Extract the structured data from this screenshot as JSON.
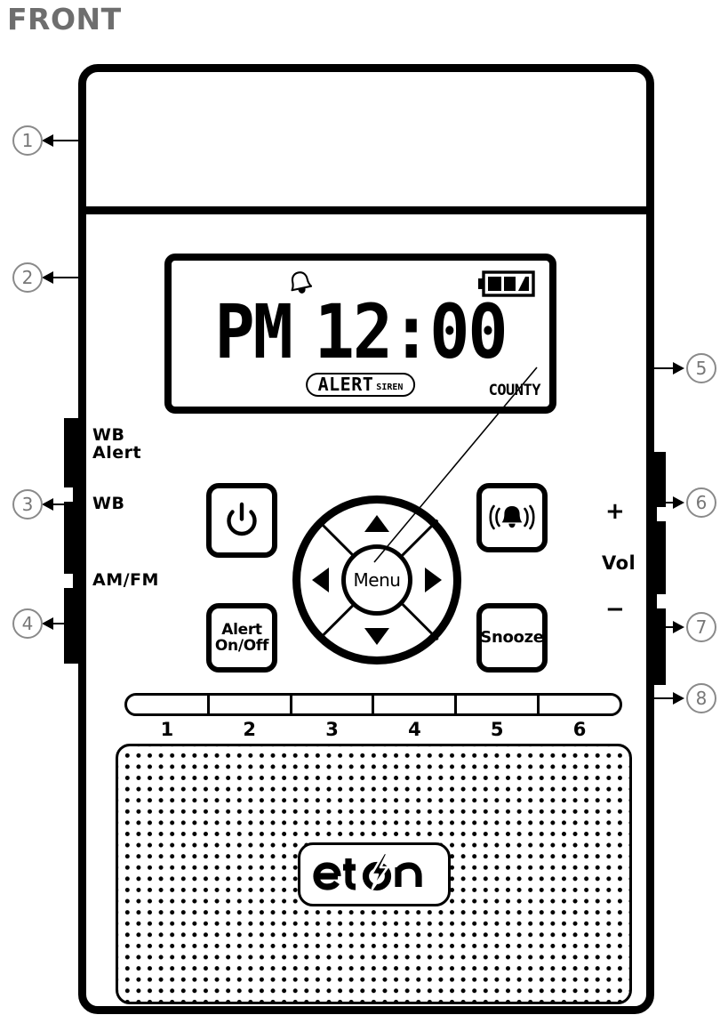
{
  "page": {
    "title": "FRONT",
    "title_color": "#6e6e6e"
  },
  "device": {
    "brand_logo": "eton",
    "top_panel_name": "solar-panel"
  },
  "lcd": {
    "ampm": "PM",
    "time": "12:00",
    "alert_word": "ALERT",
    "siren_word": "SIREN",
    "county_label": "COUNTY",
    "bell_icon": "bell-icon",
    "battery_icon": "battery-icon"
  },
  "edge_labels": {
    "wb_alert": "WB\nAlert",
    "wb": "WB",
    "am_fm": "AM/FM",
    "vol_plus": "+",
    "vol": "Vol",
    "vol_minus": "−"
  },
  "buttons": {
    "power": "power-icon",
    "alert_on_off": "Alert\nOn/Off",
    "bell_alert": "bell-ring-icon",
    "snooze": "Snooze",
    "menu": "Menu",
    "dpad_up": "up-arrow-icon",
    "dpad_down": "down-arrow-icon",
    "dpad_left": "left-arrow-icon",
    "dpad_right": "right-arrow-icon"
  },
  "presets": [
    {
      "number": "1"
    },
    {
      "number": "2"
    },
    {
      "number": "3"
    },
    {
      "number": "4"
    },
    {
      "number": "5"
    },
    {
      "number": "6"
    }
  ],
  "callouts": [
    {
      "number": "1",
      "side": "left"
    },
    {
      "number": "2",
      "side": "left"
    },
    {
      "number": "3",
      "side": "left"
    },
    {
      "number": "4",
      "side": "left"
    },
    {
      "number": "5",
      "side": "right"
    },
    {
      "number": "6",
      "side": "right"
    },
    {
      "number": "7",
      "side": "right"
    },
    {
      "number": "8",
      "side": "right"
    }
  ]
}
